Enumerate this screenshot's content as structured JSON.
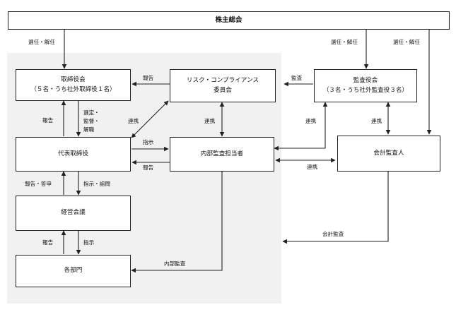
{
  "boxes": {
    "shareholders": "株主総会",
    "board": {
      "line1": "取締役会",
      "line2": "（５名・うち社外取締役１名）"
    },
    "risk_committee": {
      "line1": "リスク・コンプライアンス",
      "line2": "委員会"
    },
    "auditors": {
      "line1": "監査役会",
      "line2": "（３名・うち社外監査役３名）"
    },
    "ceo": "代表取締役",
    "internal_audit": "内部監査担当者",
    "accounting_auditor": "会計監査人",
    "management_meeting": "経営会議",
    "departments": "各部門"
  },
  "labels": {
    "elect_dismiss_board": "選任・解任",
    "elect_dismiss_auditors": "選任・解任",
    "elect_dismiss_accountant": "選任・解任",
    "report_risk_to_board": "報告",
    "audit_auditors_to_risk": "監査",
    "report_ceo_to_board": "報告",
    "board_to_ceo_1": "選定・",
    "board_to_ceo_2": "監督・",
    "board_to_ceo_3": "解職",
    "coop_risk_ceo": "連携",
    "coop_risk_internal": "連携",
    "coop_auditors_internal": "連携",
    "coop_auditors_accountant": "連携",
    "instruct_ceo_internal": "指示",
    "report_internal_ceo": "報告",
    "coop_internal_accountant": "連携",
    "report_consult_1": "報告・答申",
    "instruct_consult_1": "指示・諮問",
    "report_dept": "報告",
    "instruct_dept": "指示",
    "accounting_audit": "会計監査",
    "internal_audit_label": "内部監査"
  }
}
